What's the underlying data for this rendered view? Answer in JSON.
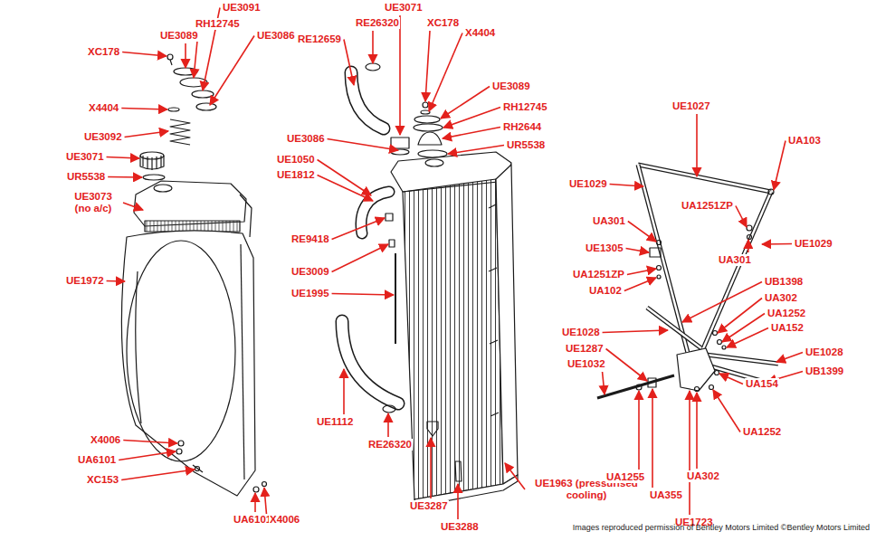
{
  "diagram": {
    "labels": [
      "XC178",
      "UE3089",
      "RH12745",
      "UE3091",
      "UE3086",
      "X4404",
      "UE3092",
      "UE3071",
      "UR5538",
      "UE3073 (no a/c)",
      "UE1972",
      "X4006",
      "UA6101",
      "XC153",
      "UA6101",
      "X4006",
      "UE3071",
      "RE12659",
      "RE26320",
      "XC178",
      "X4404",
      "UE3089",
      "RH12745",
      "RH2644",
      "UR5538",
      "UE3086",
      "UE1050",
      "UE1812",
      "RE9418",
      "UE3009",
      "UE1995",
      "UE1112",
      "RE26320",
      "UE3287",
      "UE3288",
      "UE1963 (pressurised cooling)",
      "UE1027",
      "UA103",
      "UE1029",
      "UA1251ZP",
      "UA301",
      "UE1029",
      "UA301",
      "UE1305",
      "UA1251ZP",
      "UA102",
      "UB1398",
      "UA302",
      "UA1252",
      "UA152",
      "UE1028",
      "UE1287",
      "UE1032",
      "UE1028",
      "UB1399",
      "UA154",
      "UA1252",
      "UA1255",
      "UA355",
      "UA302",
      "UE1723",
      "Images reproduced permission of Bentley Motors Limited ©Bentley Motors Limited"
    ]
  }
}
